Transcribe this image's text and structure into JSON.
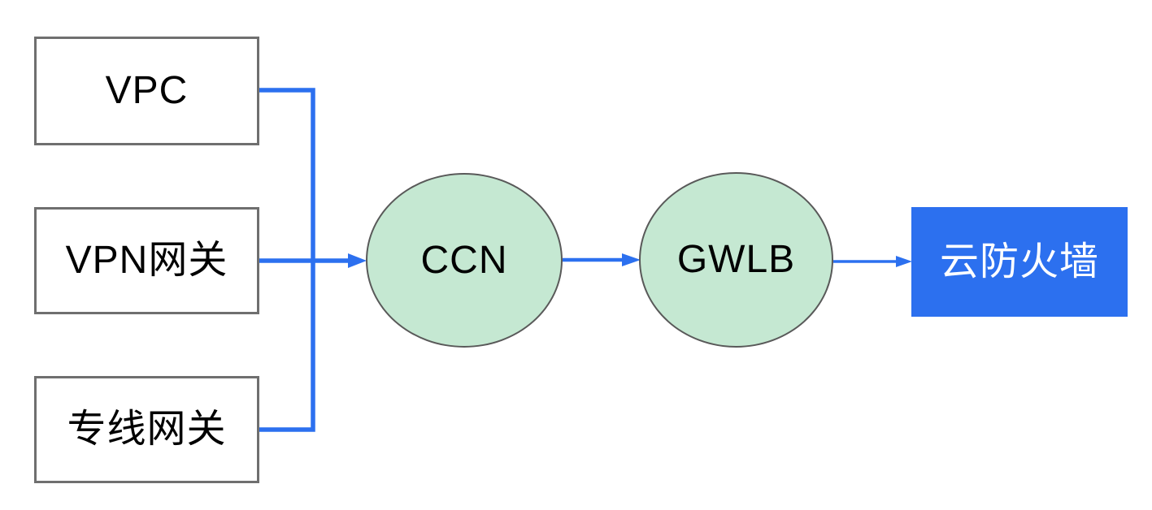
{
  "diagram": {
    "type": "network-architecture-flow",
    "background": "#ffffff",
    "colors": {
      "connector_blue": "#2c70ef",
      "firewall_box_blue": "#2c70ef",
      "node_green_fill": "#c5e8d2",
      "ellipse_border_gray": "#595959",
      "rect_border_gray": "#6f6f6f",
      "label_black": "#000000",
      "label_white": "#ffffff"
    },
    "nodes": {
      "vpc": {
        "label": "VPC",
        "shape": "rectangle"
      },
      "vpn_gateway": {
        "label": "VPN网关",
        "shape": "rectangle"
      },
      "direct_connect_gateway": {
        "label": "专线网关",
        "shape": "rectangle"
      },
      "ccn": {
        "label": "CCN",
        "shape": "ellipse"
      },
      "gwlb": {
        "label": "GWLB",
        "shape": "ellipse"
      },
      "cloud_firewall": {
        "label": "云防火墙",
        "shape": "filled-rectangle"
      }
    },
    "edges": [
      {
        "from": "VPC",
        "to": "CCN",
        "style": "elbow",
        "arrowhead": false
      },
      {
        "from": "VPN网关",
        "to": "CCN",
        "style": "straight",
        "arrowhead": true
      },
      {
        "from": "专线网关",
        "to": "CCN",
        "style": "elbow",
        "arrowhead": false
      },
      {
        "from": "CCN",
        "to": "GWLB",
        "style": "straight",
        "arrowhead": true
      },
      {
        "from": "GWLB",
        "to": "云防火墙",
        "style": "straight",
        "arrowhead": true
      }
    ]
  }
}
